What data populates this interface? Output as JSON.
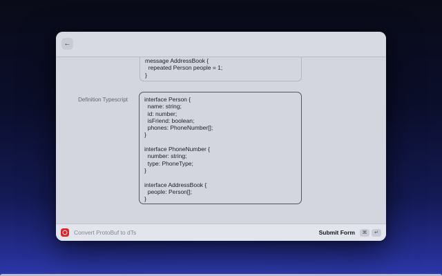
{
  "window": {
    "back_icon": "←"
  },
  "form": {
    "protobuf_code": "message AddressBook {\n  repeated Person people = 1;\n}",
    "typescript_label": "Definition Typescript",
    "typescript_code": "interface Person {\n  name: string;\n  id: number;\n  isFriend: boolean;\n  phones: PhoneNumber[];\n}\n\ninterface PhoneNumber {\n  number: string;\n  type: PhoneType;\n}\n\ninterface AddressBook {\n  people: Person[];\n}"
  },
  "footer": {
    "command_title": "Convert ProtoBuf to dTs",
    "action_label": "Submit Form",
    "keys": [
      "⌘",
      "↵"
    ]
  },
  "colors": {
    "accent_red": "#e11e25",
    "window_bg": "#d3d5df",
    "desktop_top": "#090b18",
    "desktop_bottom": "#2b36a8"
  }
}
